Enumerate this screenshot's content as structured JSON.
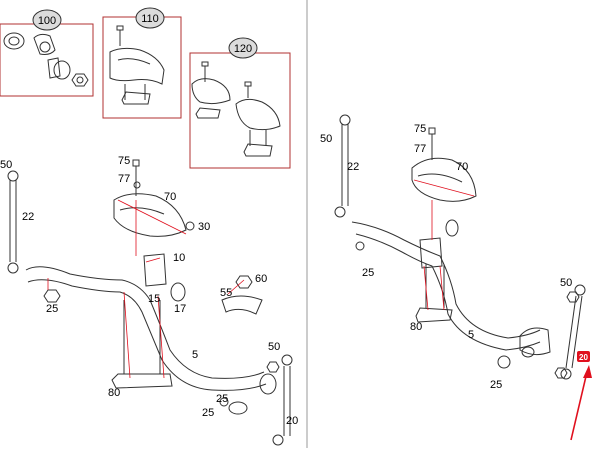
{
  "colors": {
    "frame": "#7a7a7a",
    "drawing": "#9a9a9a",
    "outline": "#333333",
    "bracket_red": "#b03030",
    "highlight": "#e0101e",
    "callout_fill": "#dcdcdc"
  },
  "callouts": {
    "kit_100": "100",
    "kit_110": "110",
    "kit_120": "120"
  },
  "left_view": {
    "labels": {
      "p50": "50",
      "p22": "22",
      "p75": "75",
      "p77": "77",
      "p70": "70",
      "p30": "30",
      "p10": "10",
      "p15": "15",
      "p17": "17",
      "p55": "55",
      "p60": "60",
      "p25a": "25",
      "p5": "5",
      "p80": "80",
      "p50b": "50",
      "p25b": "25",
      "p25c": "25",
      "p20": "20"
    }
  },
  "right_view": {
    "labels": {
      "p75": "75",
      "p50a": "50",
      "p77": "77",
      "p22": "22",
      "p70": "70",
      "p25a": "25",
      "p80": "80",
      "p5": "5",
      "p50b": "50",
      "p25b": "25"
    },
    "highlighted_part": "20"
  }
}
